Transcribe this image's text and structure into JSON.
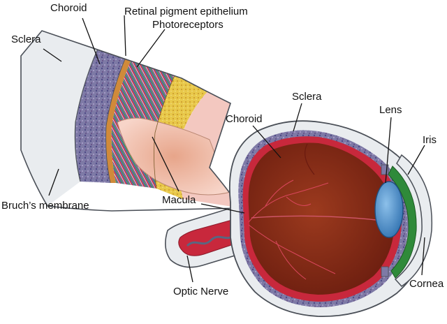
{
  "labels": {
    "choroid_top": "Choroid",
    "rpe": "Retinal pigment epithelium",
    "photoreceptors": "Photoreceptors",
    "sclera_left": "Sclera",
    "bruchs": "Bruch’s membrane",
    "macula": "Macula",
    "sclera_eye": "Sclera",
    "choroid_eye": "Choroid",
    "lens": "Lens",
    "iris": "Iris",
    "optic_nerve": "Optic Nerve",
    "cornea": "Cornea"
  },
  "colors": {
    "sclera": "#e9ecef",
    "outline": "#4a4f57",
    "choroid": "#7e7aa6",
    "retina_red": "#c8283c",
    "vitreous": "#8a2a16",
    "lens": "#3c86c4",
    "iris": "#2f8a3a",
    "macula_tissue": "#f3c8c0",
    "photoreceptor_yellow": "#e8c84a"
  }
}
